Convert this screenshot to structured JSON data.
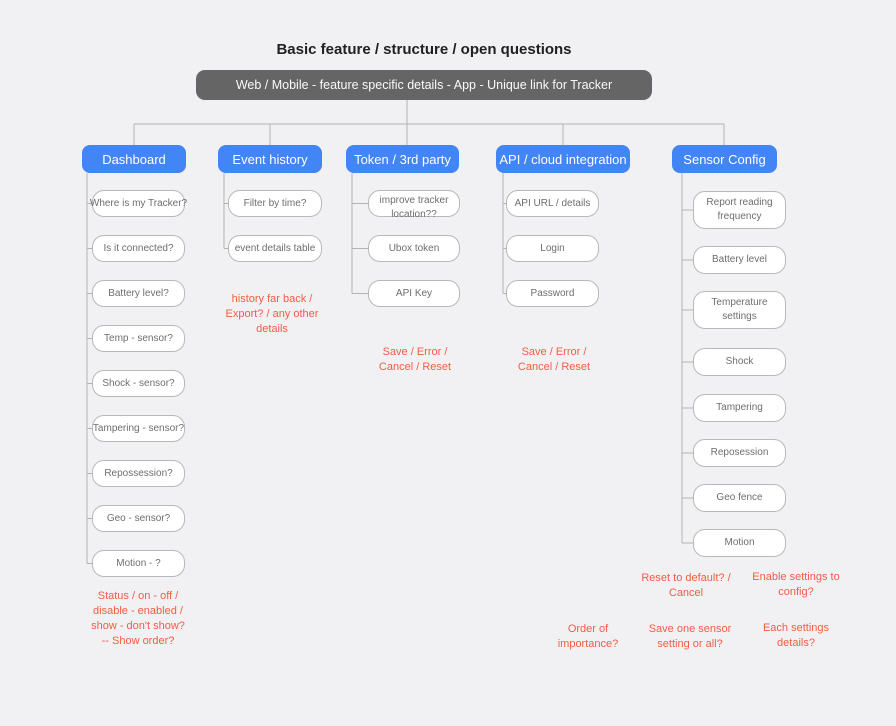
{
  "title": "Basic feature / structure / open questions",
  "root": {
    "label": "Web / Mobile - feature specific details - App - Unique link for Tracker"
  },
  "colors": {
    "background": "#f1f1f3",
    "root_gray": "#666565",
    "branch_blue": "#4285f4",
    "note_red": "#f25c44",
    "node_border": "#b8b8b8",
    "connector": "#b3b3b3"
  },
  "branches": [
    {
      "label": "Dashboard",
      "children": [
        "Where is my Tracker?",
        "Is it connected?",
        "Battery level?",
        "Temp - sensor?",
        "Shock - sensor?",
        "Tampering - sensor?",
        "Repossession?",
        "Geo - sensor?",
        "Motion - ?"
      ],
      "note": "Status / on - off /\ndisable - enabled /\nshow - don't show?\n-- Show order?"
    },
    {
      "label": "Event history",
      "children": [
        "Filter by time?",
        "event details table"
      ],
      "note": "history far back /\nExport? / any other\ndetails"
    },
    {
      "label": "Token / 3rd party",
      "children": [
        "improve tracker location??",
        "Ubox token",
        "API Key"
      ],
      "note": "Save / Error /\nCancel / Reset"
    },
    {
      "label": "API / cloud integration",
      "children": [
        "API URL / details",
        "Login",
        "Password"
      ],
      "note": "Save / Error /\nCancel / Reset"
    },
    {
      "label": "Sensor Config",
      "children": [
        "Report reading frequency",
        "Battery level",
        "Temperature settings",
        "Shock",
        "Tampering",
        "Reposession",
        "Geo fence",
        "Motion"
      ],
      "note": ""
    }
  ],
  "footnotes": [
    "Reset to default? /\nCancel",
    "Enable settings to\nconfig?",
    "Order of\nimportance?",
    "Save one sensor\nsetting or all?",
    "Each settings\ndetails?"
  ]
}
